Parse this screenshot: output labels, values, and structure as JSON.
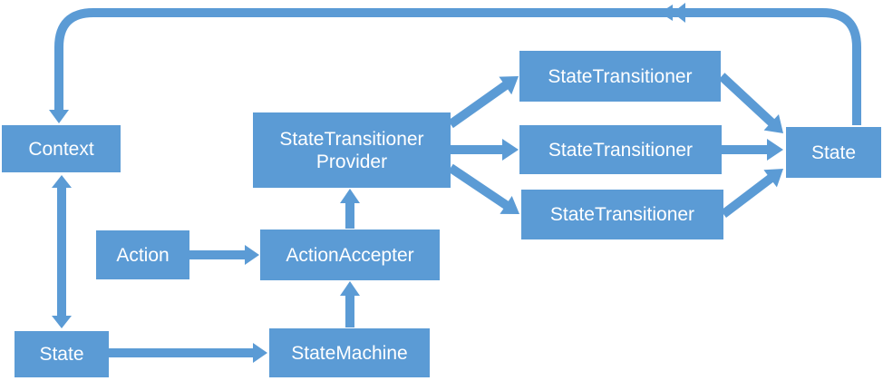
{
  "colors": {
    "node_fill": "#5b9bd5",
    "edge_fill": "#5b9bd5",
    "text": "#ffffff",
    "background": "#ffffff"
  },
  "nodes": {
    "context": "Context",
    "state_left": "State",
    "action": "Action",
    "action_accepter": "ActionAccepter",
    "state_machine": "StateMachine",
    "transitioner_provider": "StateTransitioner\nProvider",
    "transitioner_top": "StateTransitioner",
    "transitioner_mid": "StateTransitioner",
    "transitioner_bottom": "StateTransitioner",
    "state_right": "State"
  }
}
